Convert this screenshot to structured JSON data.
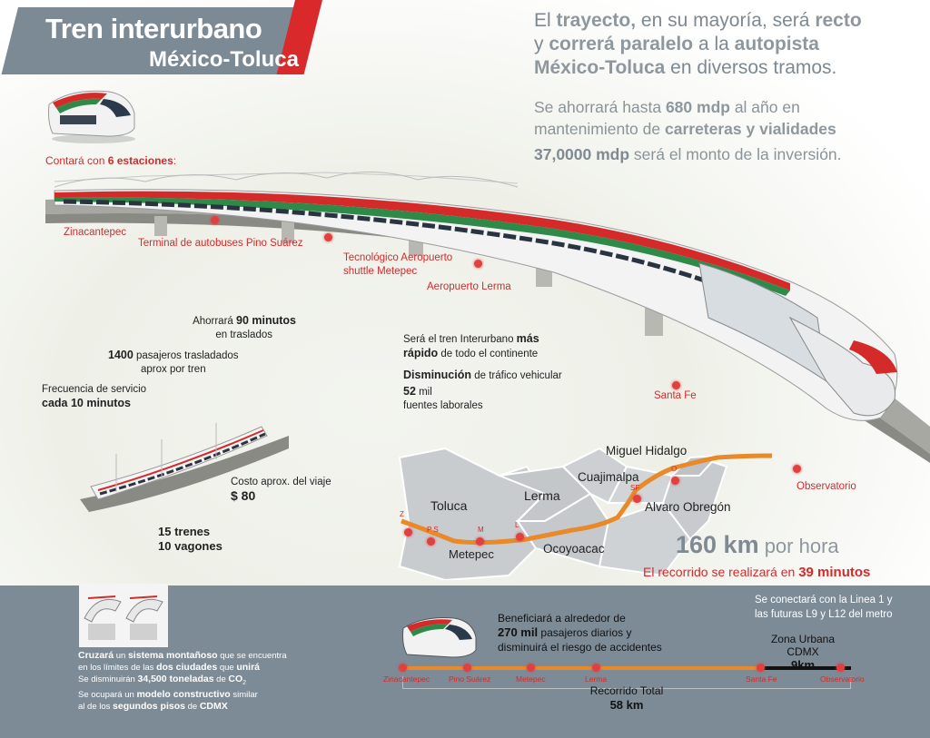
{
  "title": {
    "line1": "Tren interurbano",
    "line2": "México-Toluca"
  },
  "headline": {
    "p1": "El ",
    "b1": "trayecto,",
    "p2": " en su mayoría, será ",
    "b2": "recto",
    "p3": "y ",
    "b3": "correrá paralelo",
    "p4": " a la ",
    "b4": "autopista",
    "b5": "México-Toluca",
    "p5": " en diversos tramos."
  },
  "savings": {
    "p1": "Se ahorrará hasta ",
    "b1": "680 mdp",
    "p2": " al año en",
    "p3": "mantenimiento de ",
    "b2": "carreteras y vialidades"
  },
  "investment": {
    "b1": "37,0000 mdp",
    "p1": " será el monto de la inversión."
  },
  "stations_intro": {
    "p1": "Contará con ",
    "b1": "6 estaciones",
    "p2": ":"
  },
  "station_labels": {
    "zinacantepec": "Zinacantepec",
    "pino_suarez": "Terminal de autobuses Pino Suárez",
    "tecnologico_1": "Tecnológico  Aeropuerto",
    "tecnologico_2": "shuttle Metepec",
    "aeropuerto": "Aeropuerto Lerma",
    "santa_fe": "Santa Fe",
    "observatorio": "Observatorio"
  },
  "facts": {
    "ahorrara_1": "Ahorrará ",
    "ahorrara_b": "90 minutos",
    "ahorrara_2": "en traslados",
    "pasajeros_b": "1400",
    "pasajeros_1": " pasajeros trasladados",
    "pasajeros_2": "aprox por tren",
    "frecuencia_1": "Frecuencia de servicio",
    "frecuencia_b": "cada  10 minutos",
    "rapido_1": "Será el tren Interurbano  ",
    "rapido_b1": "más",
    "rapido_b2": "rápido",
    "rapido_2": " de todo el continente",
    "trafico_b": "Disminución",
    "trafico_1": " de tráfico vehicular",
    "empleos_b": "52",
    "empleos_1": " mil",
    "empleos_2": "fuentes laborales",
    "costo_1": "Costo aprox. del viaje",
    "costo_b": "$ 80",
    "trenes_1": "15 trenes",
    "trenes_2": "10 vagones"
  },
  "map": {
    "regions": [
      "Toluca",
      "Lerma",
      "Metepec",
      "Ocoyoacac",
      "Cuajimalpa",
      "Miguel Hidalgo",
      "Alvaro Obregón"
    ],
    "markers": [
      "Z",
      "P S",
      "M",
      "L",
      "SF",
      "O"
    ]
  },
  "speed": {
    "b1": "160 km",
    "p1": " por hora"
  },
  "duration": {
    "p1": "El recorrido se realizará en ",
    "b1": "39 minutos"
  },
  "bottom_left": {
    "l1_b1": "Cruzará",
    "l1_p1": " un ",
    "l1_b2": "sistema montañoso",
    "l1_p2": " que se encuentra",
    "l2_p1": "en los límites de las ",
    "l2_b1": "dos ciudades",
    "l2_p2": " que ",
    "l2_b2": "unirá",
    "l3_p1": "Se disminuirán ",
    "l3_b1": "34,500 toneladas",
    "l3_p2": " de ",
    "l3_b2": "CO",
    "l4_p1": "Se ocupará un ",
    "l4_b1": "modelo constructivo",
    "l4_p2": " similar",
    "l5_p1": "al de los ",
    "l5_b1": "segundos pisos",
    "l5_p2": " de ",
    "l5_b2": "CDMX"
  },
  "bottom_center": {
    "l1": "Beneficiará a alrededor de",
    "l2_b": "270 mil",
    "l2": " pasajeros diarios y",
    "l3": "disminuirá el riesgo de accidentes"
  },
  "bottom_right": {
    "l1": "Se conectará con la Linea 1 y",
    "l2": "las futuras L9 y L12 del metro"
  },
  "route_line": {
    "zona_1": "Zona Urbana CDMX",
    "zona_b": "9km",
    "stops": [
      "Zinacantepec",
      "Pino Suárez",
      "Metepec",
      "Lerma",
      "Santa Fe",
      "Observatorio"
    ],
    "total_1": "Recorrido Total",
    "total_b": "58 km"
  },
  "colors": {
    "accent_red": "#d42a2a",
    "band_gray": "#7d8b96",
    "route_orange": "#e8892a",
    "map_gray": "#c9cccf"
  }
}
